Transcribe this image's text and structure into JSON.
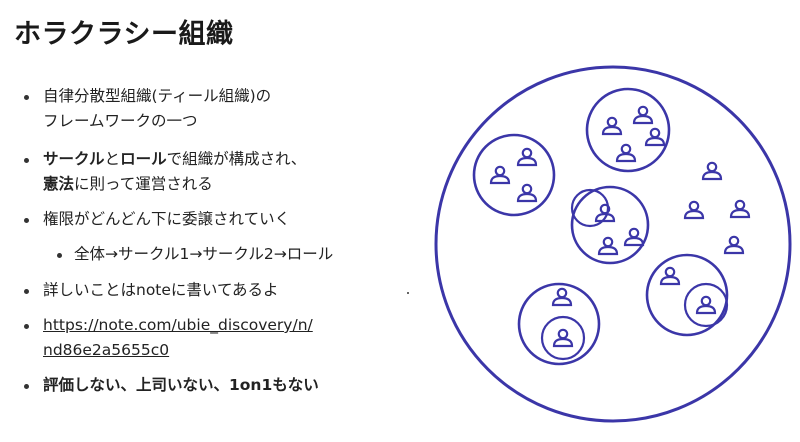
{
  "title": "ホラクラシー組織",
  "bullets": [
    {
      "lines": [
        "自律分散型組織(ティール組織)の",
        "フレームワークの一つ"
      ]
    },
    {
      "line1_bold_a": "サークル",
      "line1_plain_a": "と",
      "line1_bold_b": "ロール",
      "line1_plain_b": "で組織が構成され、",
      "line2_bold": "憲法",
      "line2_plain": "に則って運営される"
    },
    {
      "lines": [
        "権限がどんどん下に委譲されていく"
      ]
    },
    {
      "lines": [
        "全体→サークル1→サークル2→ロール"
      ],
      "sub": true
    },
    {
      "lines": [
        "詳しいことはnoteに書いてあるよ"
      ]
    },
    {
      "lines": [
        "https://note.com/ubie_discovery/n/",
        "nd86e2a5655c0"
      ],
      "link": true
    },
    {
      "lines": [
        "評価しない、上司いない、1on1もない"
      ],
      "bold": true
    }
  ],
  "colors": {
    "diagram": "#3b36a8",
    "text": "#222222"
  },
  "icons": [
    "person-icon"
  ]
}
